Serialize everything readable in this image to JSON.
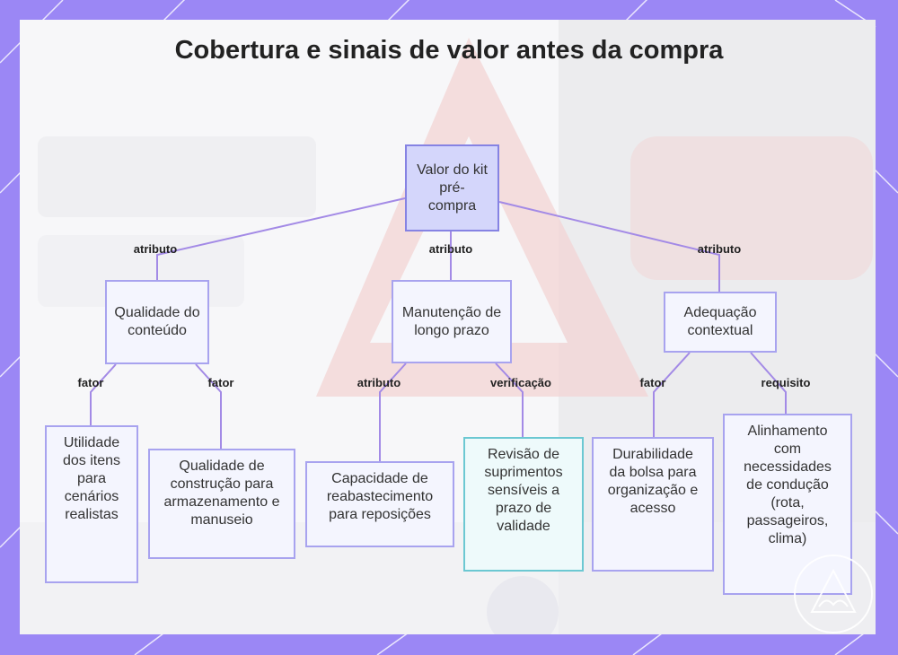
{
  "title": "Cobertura e sinais de valor antes da compra",
  "colors": {
    "frame": "#9b87f5",
    "root_fill": "#d4d6fb",
    "node_fill": "#f4f5fe",
    "node_border": "#a8a3ef",
    "highlight_border": "#6cc8d2",
    "connector": "#a38ae6"
  },
  "nodes": {
    "root": "Valor do kit pré-compra",
    "qualidade": "Qualidade do conteúdo",
    "manutencao": "Manutenção de longo prazo",
    "adequacao": "Adequação contextual",
    "utilidade": "Utilidade dos itens para cenários realistas",
    "construcao": "Qualidade de construção para armazenamento e manuseio",
    "capacidade": "Capacidade de reabastecimento para reposições",
    "revisao": "Revisão de suprimentos sensíveis a prazo de validade",
    "durabilidade": "Durabilidade da bolsa para organização e acesso",
    "alinhamento": "Alinhamento com necessidades de condução (rota, passageiros, clima)"
  },
  "edge_labels": {
    "root_qualidade": "atributo",
    "root_manutencao": "atributo",
    "root_adequacao": "atributo",
    "qualidade_utilidade": "fator",
    "qualidade_construcao": "fator",
    "manutencao_capacidade": "atributo",
    "manutencao_revisao": "verificação",
    "adequacao_durabilidade": "fator",
    "adequacao_alinhamento": "requisito"
  }
}
